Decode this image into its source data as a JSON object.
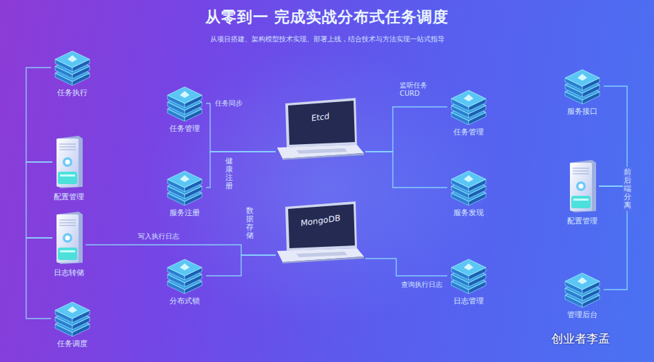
{
  "diagram": {
    "title": "从零到一 完成实战分布式任务调度",
    "nodes": [
      {
        "text": [
          "任务执行"
        ]
      },
      {
        "text": [
          "配置管理"
        ]
      },
      {
        "text": [
          "日志转储"
        ]
      },
      {
        "text": [
          "任务调度"
        ]
      },
      {
        "text": [
          "任务管理"
        ]
      },
      {
        "text": [
          "服务注册"
        ]
      },
      {
        "text": [
          "分布式锁"
        ]
      },
      {
        "text": [
          "Etcd"
        ]
      },
      {
        "text": [
          "MongoDB"
        ]
      },
      {
        "text": [
          "任务管理"
        ]
      },
      {
        "text": [
          "服务发现"
        ]
      },
      {
        "text": [
          "日志管理"
        ]
      },
      {
        "text": [
          "服务接口"
        ]
      },
      {
        "text": [
          "配置管理"
        ]
      },
      {
        "text": [
          "管理后台"
        ]
      }
    ],
    "edges": [
      {
        "from": 0,
        "to": 1,
        "arrow": "none"
      },
      {
        "from": 1,
        "to": 2,
        "arrow": "none"
      },
      {
        "from": 2,
        "to": 3,
        "arrow": "none"
      },
      {
        "from": 4,
        "to": 7,
        "label": "任务同步",
        "arrow": "none"
      },
      {
        "from": 5,
        "to": 7,
        "label": "健康注册",
        "arrow": "none"
      },
      {
        "from": 6,
        "to": 8,
        "label": "数据存储",
        "arrow": "none"
      },
      {
        "from": 2,
        "to": 8,
        "label": "写入执行日志",
        "arrow": "none"
      },
      {
        "from": 7,
        "to": 9,
        "label": "监听任务 CURD",
        "arrow": "none"
      },
      {
        "from": 7,
        "to": 10,
        "arrow": "none"
      },
      {
        "from": 8,
        "to": 11,
        "label": "查询执行日志",
        "arrow": "none"
      },
      {
        "from": 12,
        "to": 13,
        "arrow": "none"
      },
      {
        "from": 13,
        "to": 14,
        "arrow": "none"
      }
    ],
    "labels": [
      "从项目搭建、架构模型技术实现、部署上线，结合技术与方法实现一站式指导",
      "前后端分离",
      "创业者李孟"
    ]
  }
}
